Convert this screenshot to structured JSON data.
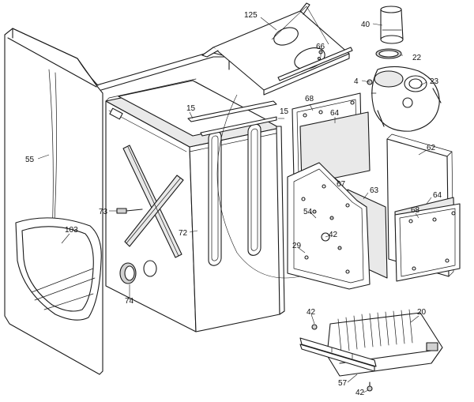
{
  "diagram": {
    "callouts": {
      "c125": "125",
      "c40": "40",
      "c66": "66",
      "c22": "22",
      "c4": "4",
      "c23": "23",
      "c15a": "15",
      "c15b": "15",
      "c68a": "68",
      "c64a": "64",
      "c62": "62",
      "c55": "55",
      "c67": "67",
      "c63": "63",
      "c64b": "64",
      "c73": "73",
      "c54": "54",
      "c68b": "68",
      "c103": "103",
      "c72": "72",
      "c42a": "42",
      "c29": "29",
      "c74": "74",
      "c42b": "42",
      "c20": "20",
      "c57": "57",
      "c42c": "42"
    }
  }
}
